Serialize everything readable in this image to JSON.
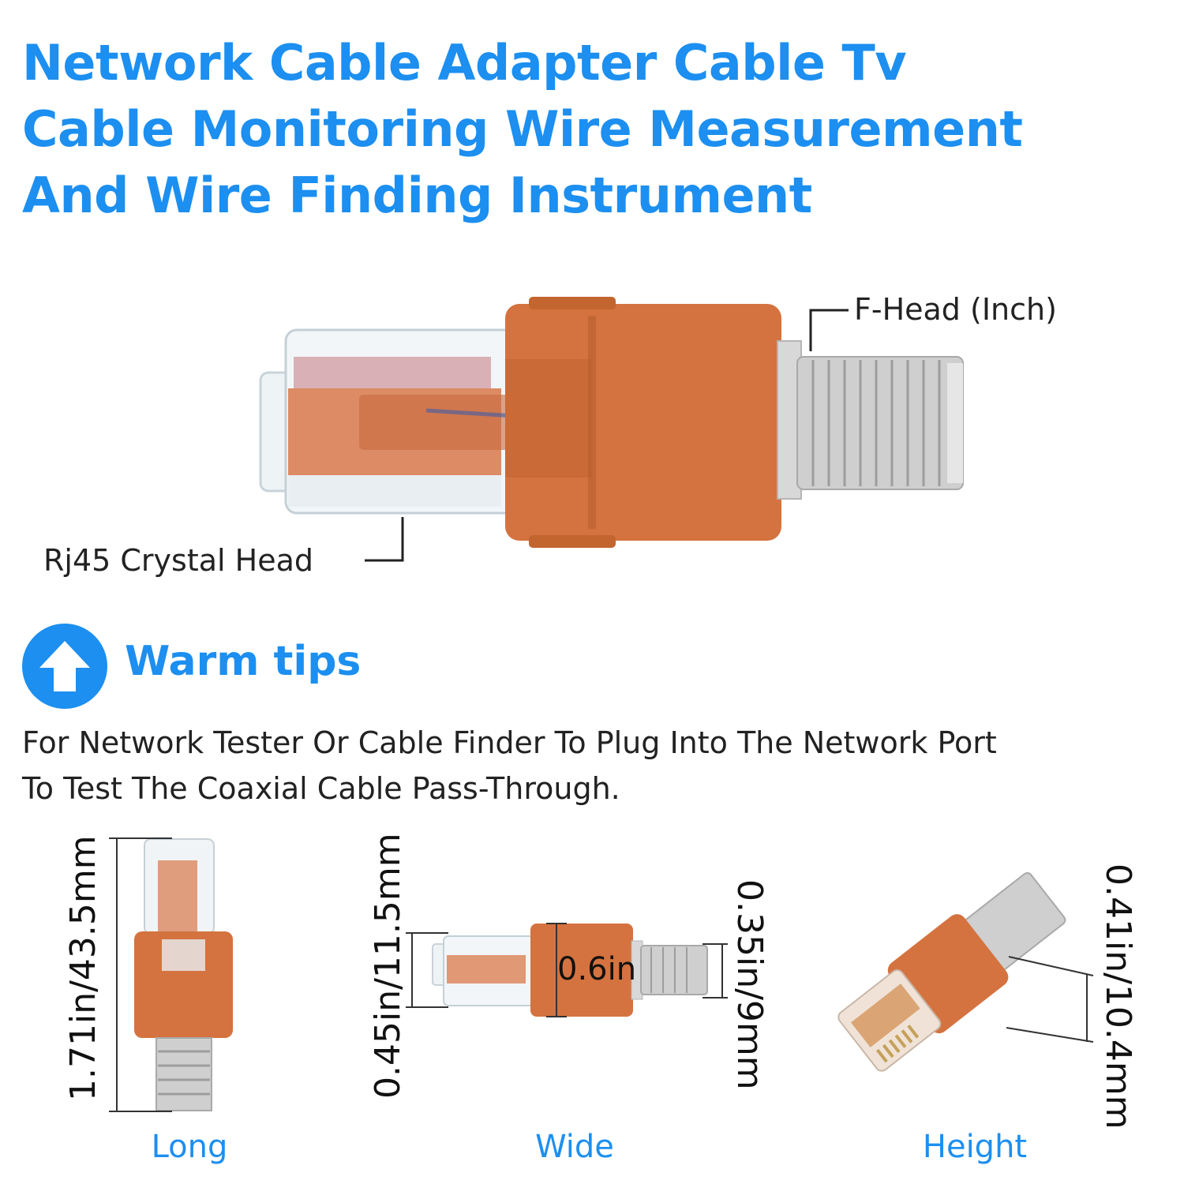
{
  "title_lines": [
    "Network Cable Adapter Cable Tv",
    "Cable Monitoring Wire Measurement",
    "And Wire Finding Instrument"
  ],
  "labels": {
    "f_head": "F-Head (Inch)",
    "rj45": "Rj45 Crystal Head"
  },
  "tips": {
    "icon": "arrow-up-icon",
    "title": "Warm tips",
    "lines": [
      "For Network Tester Or Cable Finder To Plug Into The Network Port",
      "To Test The Coaxial Cable Pass-Through."
    ]
  },
  "dimensions": {
    "long": {
      "caption": "Long",
      "value": "1.71in/43.5mm"
    },
    "wide": {
      "caption": "Wide",
      "left_value": "0.45in/11.5mm",
      "center_value": "0.6in",
      "right_value": "0.35in/9mm"
    },
    "height": {
      "caption": "Height",
      "value": "0.41in/10.4mm"
    }
  },
  "colors": {
    "accent": "#1c8ff0",
    "adapter_orange": "#d4733f",
    "metal": "#c9c9c9"
  }
}
